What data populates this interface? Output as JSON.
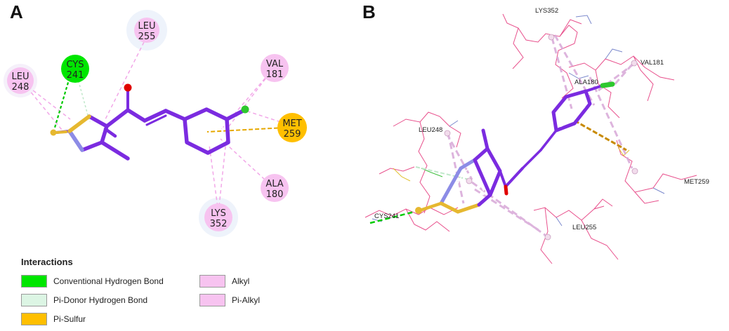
{
  "panels": {
    "a": {
      "letter": "A",
      "residues": [
        {
          "id": "leu255",
          "line1": "LEU",
          "line2": "255",
          "type": "alkyl"
        },
        {
          "id": "cys241",
          "line1": "CYS",
          "line2": "241",
          "type": "hbond"
        },
        {
          "id": "leu248",
          "line1": "LEU",
          "line2": "248",
          "type": "alkyl"
        },
        {
          "id": "val181",
          "line1": "VAL",
          "line2": "181",
          "type": "alkyl"
        },
        {
          "id": "met259",
          "line1": "MET",
          "line2": "259",
          "type": "pi-sulfur"
        },
        {
          "id": "ala180",
          "line1": "ALA",
          "line2": "180",
          "type": "alkyl"
        },
        {
          "id": "lys352",
          "line1": "LYS",
          "line2": "352",
          "type": "alkyl"
        }
      ]
    },
    "b": {
      "letter": "B",
      "labels": [
        {
          "id": "lys352",
          "text": "LYS352"
        },
        {
          "id": "val181",
          "text": "VAL181"
        },
        {
          "id": "ala180",
          "text": "ALA180"
        },
        {
          "id": "leu248",
          "text": "LEU248"
        },
        {
          "id": "met259",
          "text": "MET259"
        },
        {
          "id": "cys241",
          "text": "CYS241"
        },
        {
          "id": "leu255",
          "text": "LEU255"
        }
      ]
    }
  },
  "legend": {
    "title": "Interactions",
    "items": [
      {
        "label": "Conventional Hydrogen Bond",
        "color": "#00e600"
      },
      {
        "label": "Pi-Donor Hydrogen Bond",
        "color": "#dcf5e4"
      },
      {
        "label": "Pi-Sulfur",
        "color": "#ffbf00"
      },
      {
        "label": "Alkyl",
        "color": "#f7c3f0"
      },
      {
        "label": "Pi-Alkyl",
        "color": "#f7c3f0"
      }
    ]
  },
  "colors": {
    "ligand": "#7b2be0",
    "oxygen": "#e00000",
    "chlorine": "#2ec82e",
    "sulfur": "#e6b830",
    "nitrogen": "#8c8ce6",
    "hbond": "#00e600",
    "pi_sulfur": "#e6a800",
    "alkyl_line": "#f2a7e8",
    "residue_fill": "#f7c3f0",
    "protein_line": "#e8508c"
  }
}
